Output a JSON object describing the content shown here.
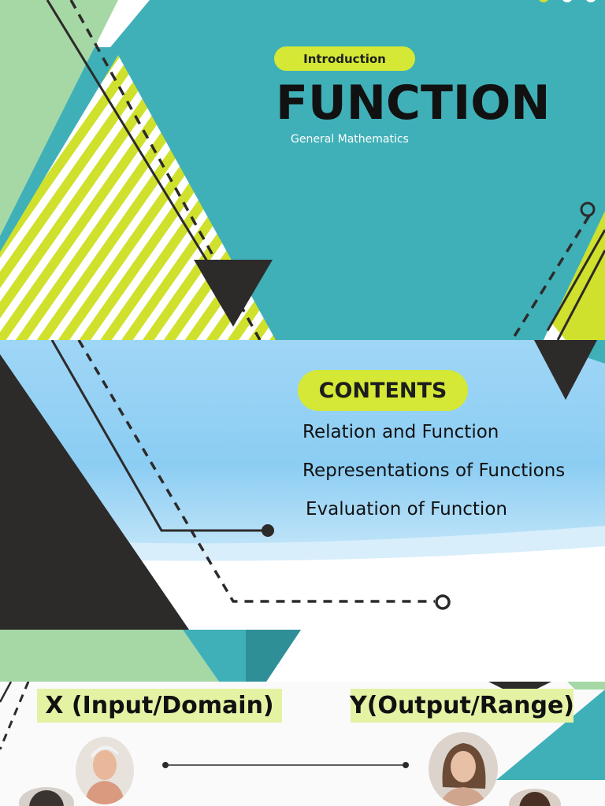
{
  "slide1": {
    "tag": "Introduction",
    "title": "FUNCTION",
    "subtitle": "General Mathematics"
  },
  "slide2": {
    "heading": "CONTENTS",
    "items": [
      "Relation and Function",
      "Representations of Functions",
      "Evaluation of Function"
    ]
  },
  "slide3": {
    "left_label": "X (Input/Domain)",
    "right_label": "Y(Output/Range)"
  },
  "colors": {
    "teal": "#3fb0b8",
    "lime": "#d4e835",
    "mint": "#a6d8a6",
    "dark": "#2d2a2a",
    "sky": "#8fd0f4"
  }
}
